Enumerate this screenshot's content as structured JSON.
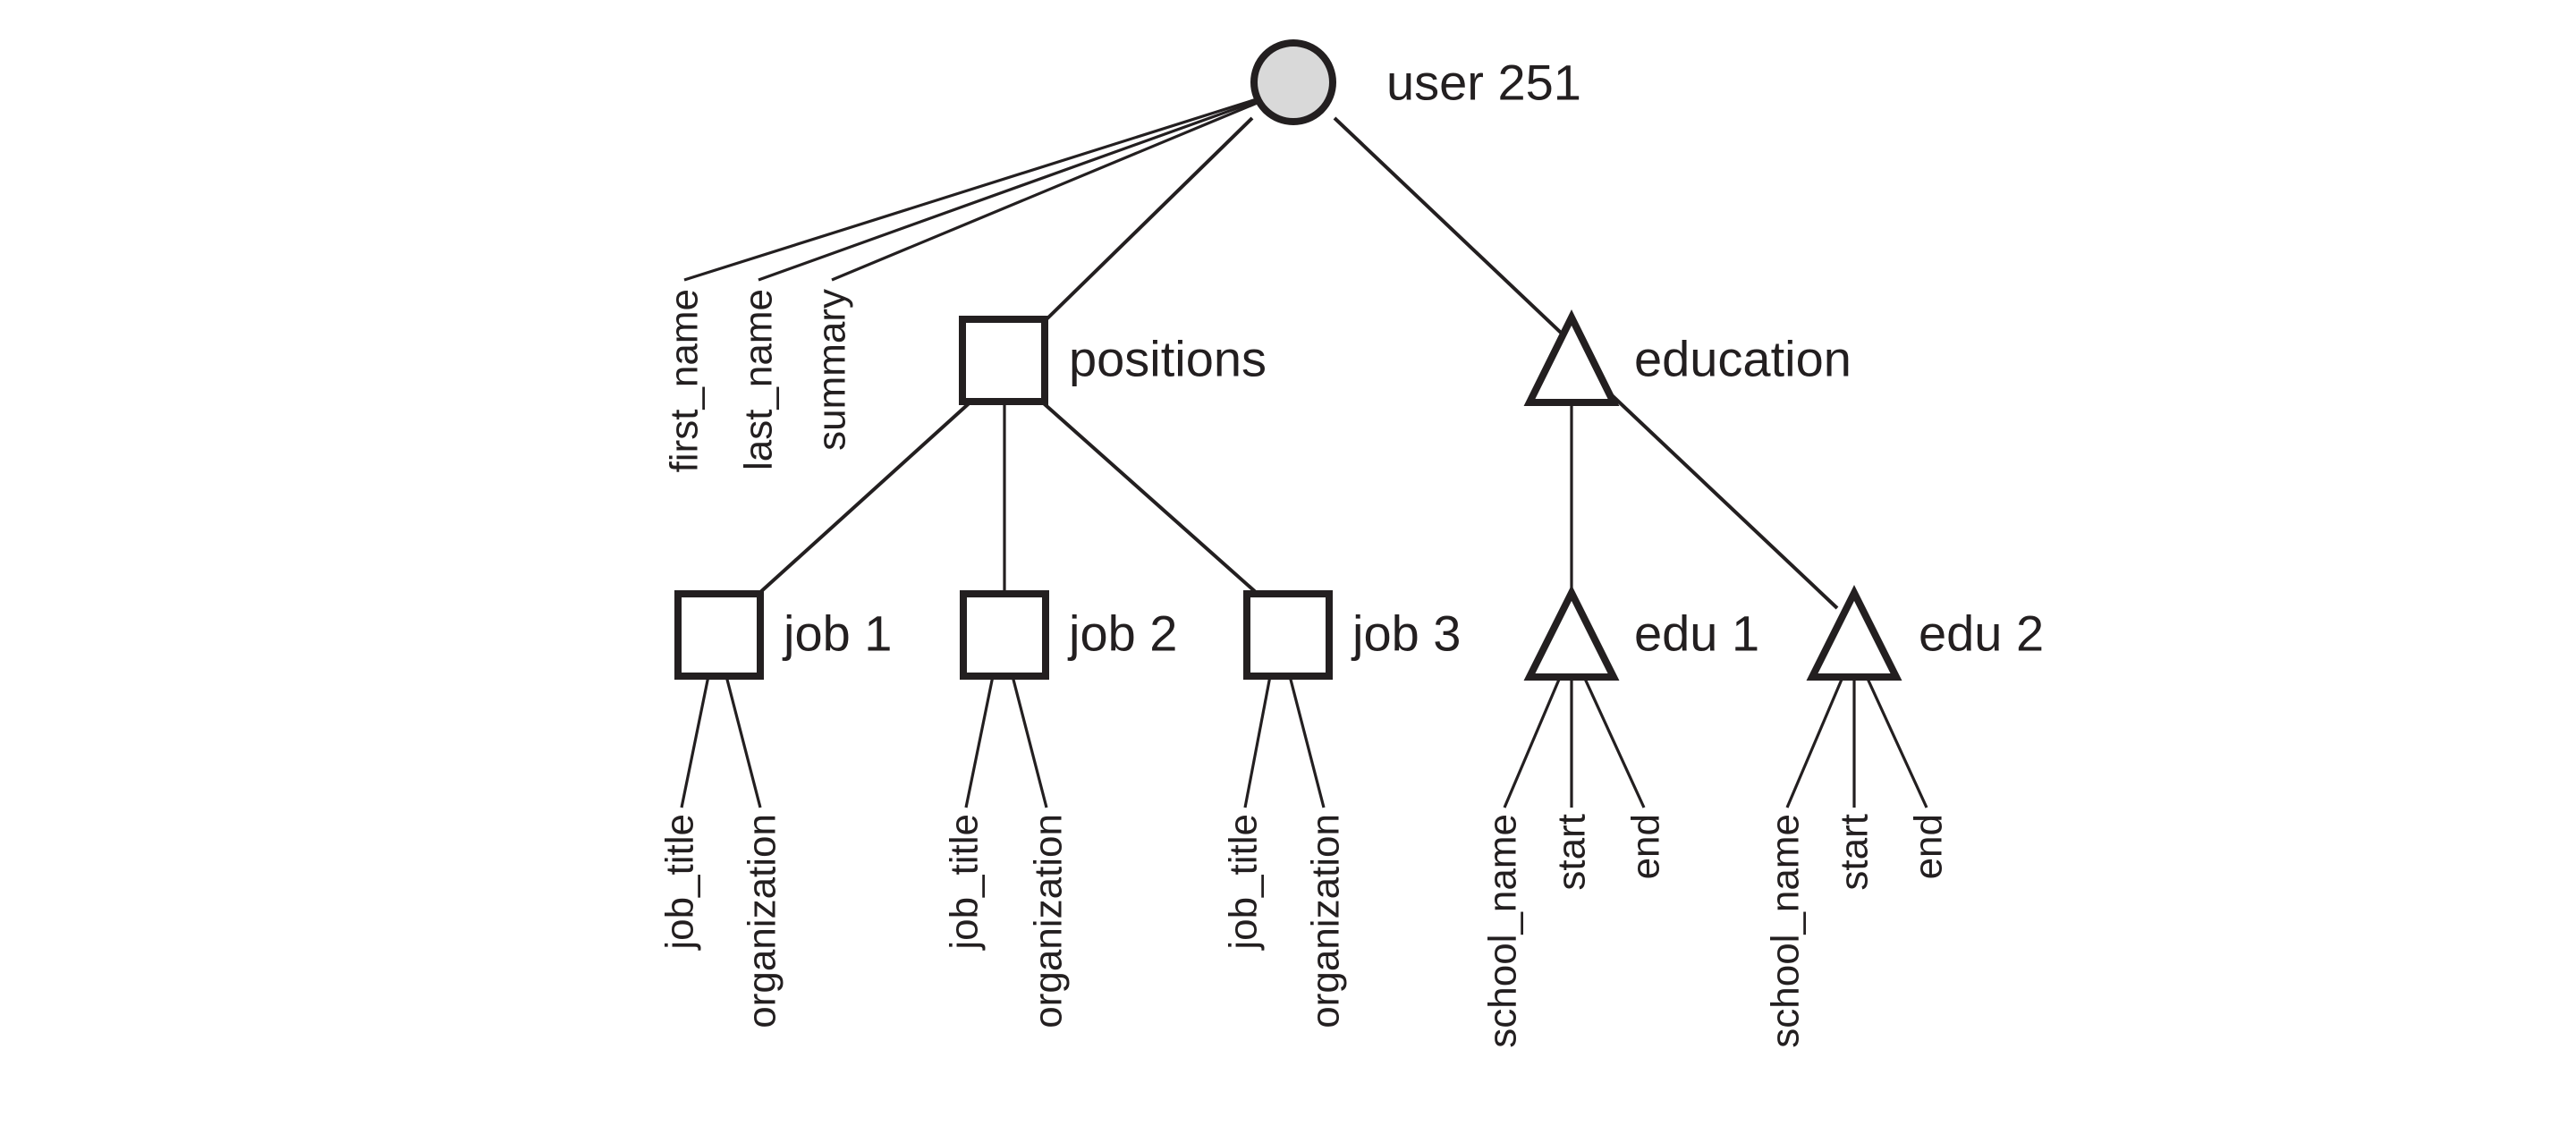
{
  "colors": {
    "stroke": "#231f20",
    "root_fill": "#d9d9d9",
    "node_fill": "#ffffff",
    "background": "#ffffff"
  },
  "nodes": {
    "user": {
      "label": "user 251",
      "shape": "circle"
    },
    "positions": {
      "label": "positions",
      "shape": "square"
    },
    "education": {
      "label": "education",
      "shape": "triangle"
    },
    "job1": {
      "label": "job 1",
      "shape": "square"
    },
    "job2": {
      "label": "job 2",
      "shape": "square"
    },
    "job3": {
      "label": "job 3",
      "shape": "square"
    },
    "edu1": {
      "label": "edu 1",
      "shape": "triangle"
    },
    "edu2": {
      "label": "edu 2",
      "shape": "triangle"
    }
  },
  "attributes": {
    "user": [
      "first_name",
      "last_name",
      "summary"
    ],
    "job1": [
      "job_title",
      "organization"
    ],
    "job2": [
      "job_title",
      "organization"
    ],
    "job3": [
      "job_title",
      "organization"
    ],
    "edu1": [
      "school_name",
      "start",
      "end"
    ],
    "edu2": [
      "school_name",
      "start",
      "end"
    ]
  },
  "edges": [
    [
      "user",
      "positions"
    ],
    [
      "user",
      "education"
    ],
    [
      "positions",
      "job1"
    ],
    [
      "positions",
      "job2"
    ],
    [
      "positions",
      "job3"
    ],
    [
      "education",
      "edu1"
    ],
    [
      "education",
      "edu2"
    ]
  ]
}
